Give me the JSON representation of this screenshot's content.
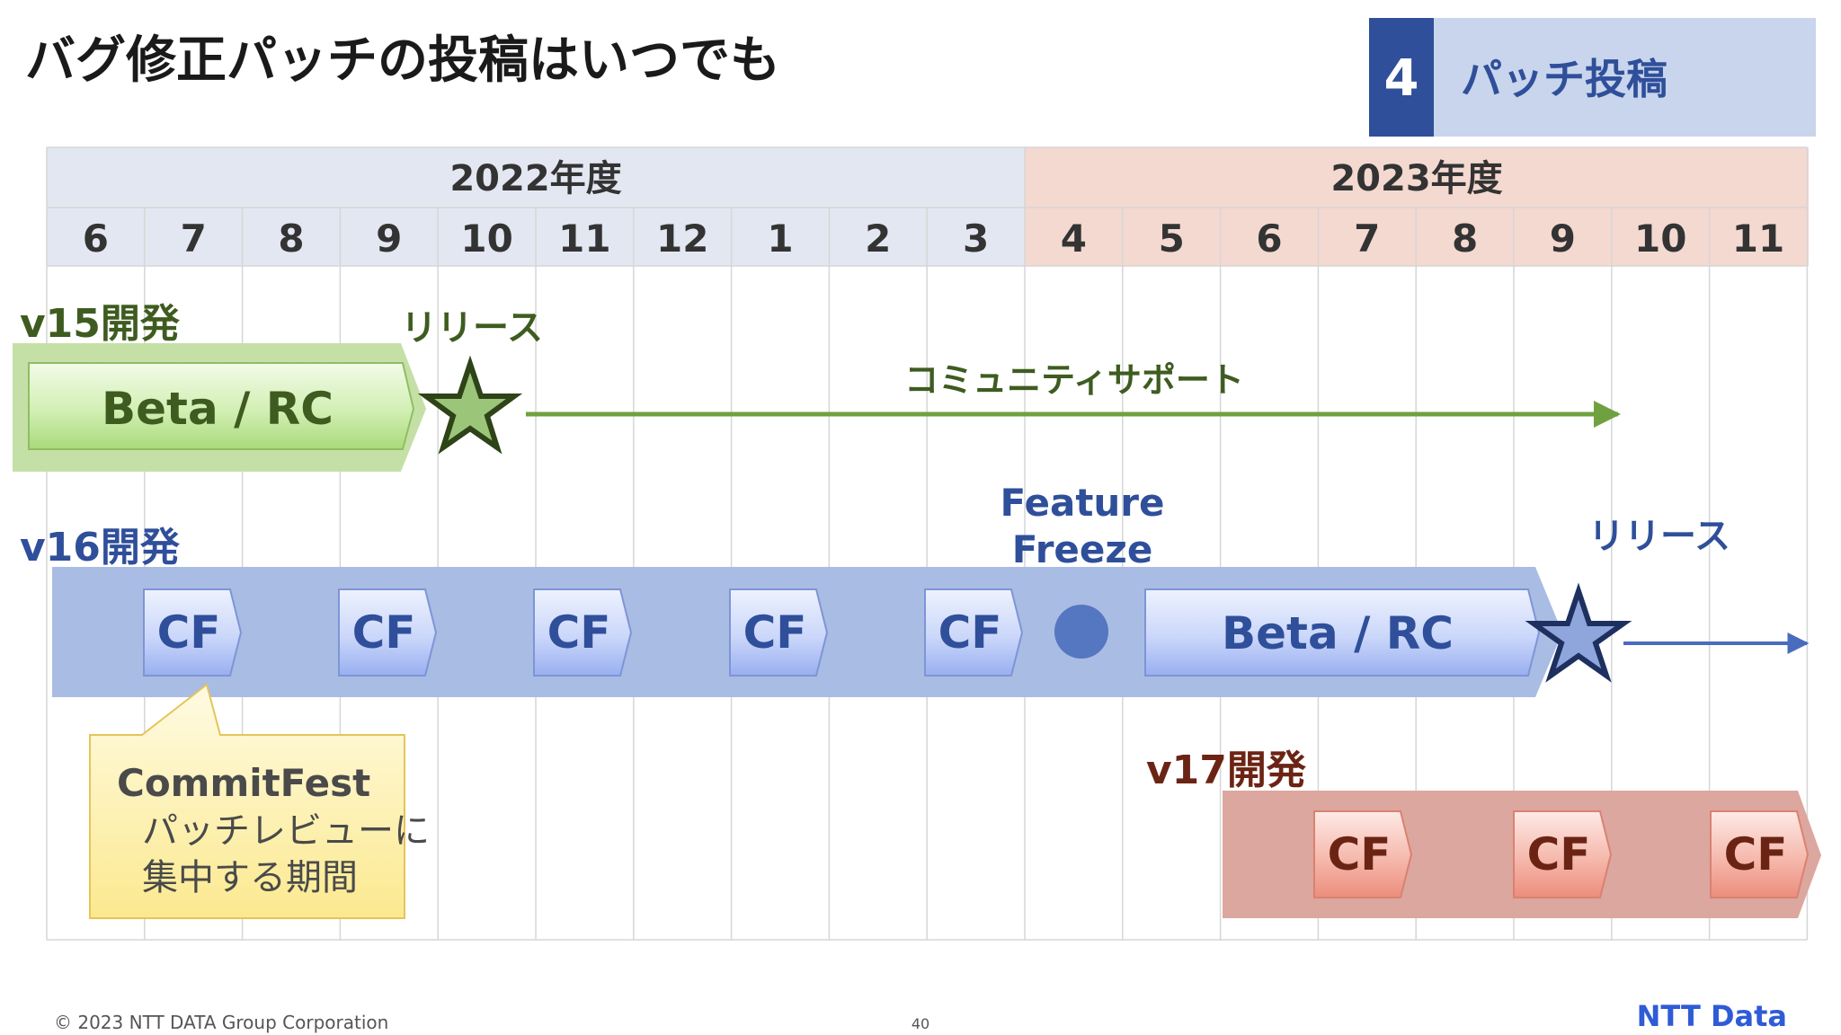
{
  "title": "バグ修正パッチの投稿はいつでも",
  "section_badge": {
    "number": "4",
    "label": "パッチ投稿"
  },
  "timeline": {
    "years": [
      {
        "label": "2022年度",
        "color": "#e3e7f2"
      },
      {
        "label": "2023年度",
        "color": "#f4d9d0"
      }
    ],
    "months": [
      "6",
      "7",
      "8",
      "9",
      "10",
      "11",
      "12",
      "1",
      "2",
      "3",
      "4",
      "5",
      "6",
      "7",
      "8",
      "9",
      "10",
      "11"
    ]
  },
  "v15": {
    "label": "v15開発",
    "beta": "Beta / RC",
    "release": "リリース",
    "support": "コミュニティサポート"
  },
  "v16": {
    "label": "v16開発",
    "cf": "CF",
    "feature_freeze": "Feature Freeze",
    "feature_freeze_lines": [
      "Feature",
      "Freeze"
    ],
    "beta": "Beta / RC",
    "release": "リリース"
  },
  "v17": {
    "label": "v17開発",
    "cf": "CF"
  },
  "commitfest_note": {
    "title": "CommitFest",
    "line1": "パッチレビューに",
    "line2": "集中する期間"
  },
  "footer": {
    "copyright": "© 2023 NTT DATA Group Corporation",
    "page": "40",
    "logo": "NTT Data"
  },
  "colors": {
    "accent_blue": "#2f4f9a",
    "green": "#70a140",
    "blue": "#5576c1",
    "red": "#d9a49b",
    "title": "#1a1a1a"
  }
}
